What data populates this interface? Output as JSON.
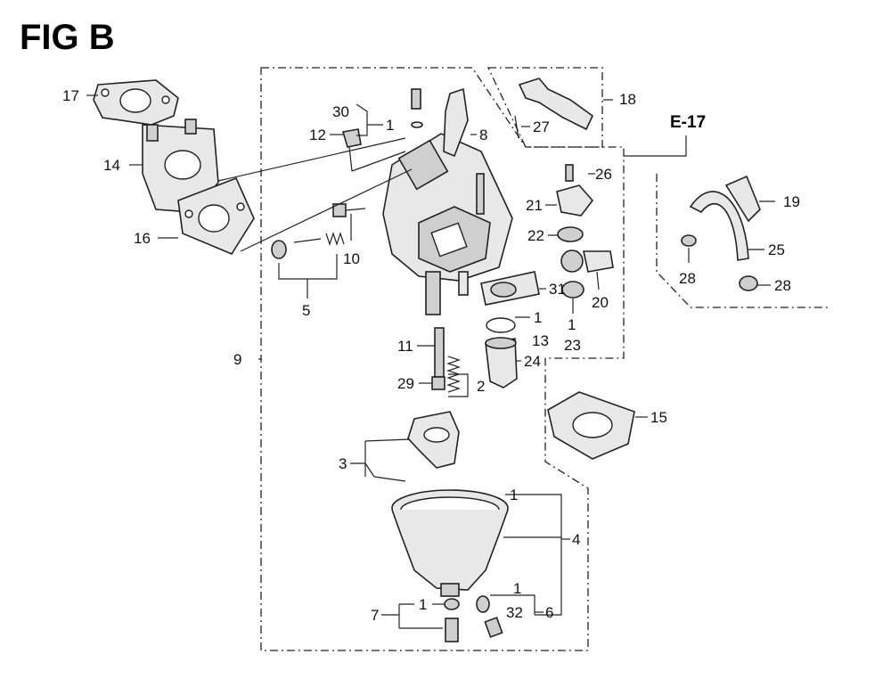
{
  "figure": {
    "title": "FIG B",
    "reference": "E-17"
  },
  "part_numbers": {
    "p1": "1",
    "p2": "2",
    "p3": "3",
    "p4": "4",
    "p5": "5",
    "p6": "6",
    "p7": "7",
    "p8": "8",
    "p9": "9",
    "p10": "10",
    "p11": "11",
    "p12": "12",
    "p13": "13",
    "p14": "14",
    "p15": "15",
    "p16": "16",
    "p17": "17",
    "p18": "18",
    "p19": "19",
    "p20": "20",
    "p21": "21",
    "p22": "22",
    "p23": "23",
    "p24": "24",
    "p25": "25",
    "p26": "26",
    "p27": "27",
    "p28": "28",
    "p29": "29",
    "p30": "30",
    "p31": "31",
    "p32": "32"
  }
}
